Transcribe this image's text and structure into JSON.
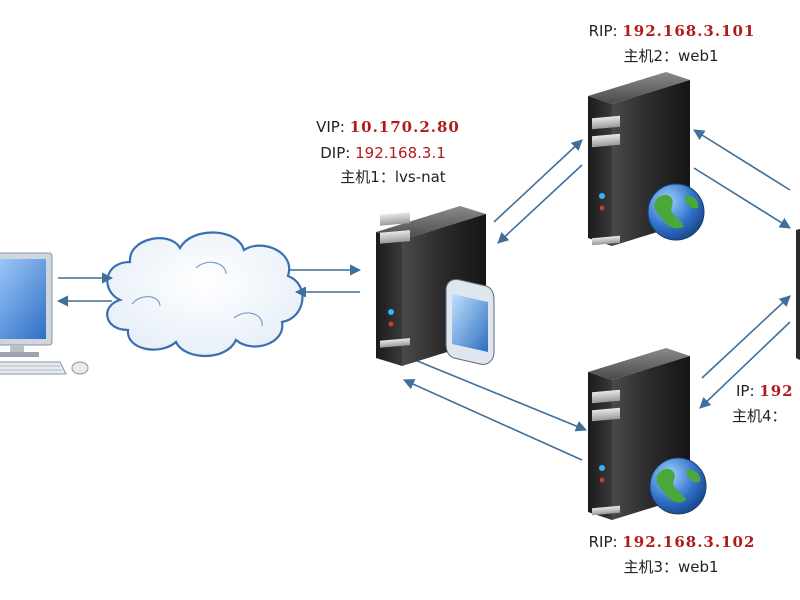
{
  "colors": {
    "arrow": "#3f6f9a",
    "accent_value": "#b01c1c",
    "server_body": "#2b2b2b",
    "monitor_screen": "#3b7fd1",
    "cloud_stroke": "#3a6fb0",
    "globe_land": "#4aa83b",
    "globe_sea": "#2f6fc9"
  },
  "nodes": {
    "lvs": {
      "vip_label": "VIP:",
      "vip_value": "10.170.2.80",
      "dip_label": "DIP:",
      "dip_value": "192.168.3.1",
      "host_label": "主机1：lvs-nat"
    },
    "web1_top": {
      "rip_label": "RIP:",
      "rip_value": "192.168.3.101",
      "host_label": "主机2：web1"
    },
    "web1_bottom": {
      "rip_label": "RIP:",
      "rip_value": "192.168.3.102",
      "host_label": "主机3：web1"
    },
    "host4": {
      "ip_label": "IP:",
      "ip_value": "192",
      "host_label": "主机4："
    }
  },
  "icons": {
    "client": "desktop-computer-icon",
    "internet": "cloud-icon",
    "lvs": "server-with-firewall-icon",
    "web": "server-with-globe-icon"
  }
}
